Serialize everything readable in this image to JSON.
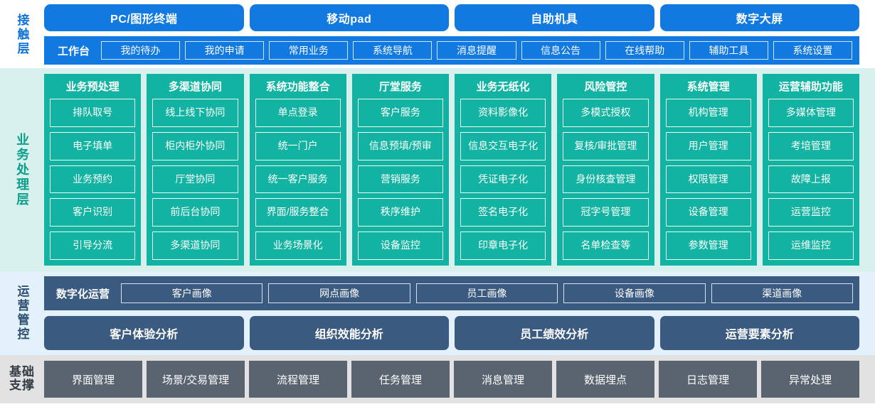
{
  "layers": {
    "contact": {
      "label": "接触层",
      "channels": [
        "PC/图形终端",
        "移动pad",
        "自助机具",
        "数字大屏"
      ],
      "workbench_title": "工作台",
      "workbench_items": [
        "我的待办",
        "我的申请",
        "常用业务",
        "系统导航",
        "消息提醒",
        "信息公告",
        "在线帮助",
        "辅助工具",
        "系统设置"
      ]
    },
    "business": {
      "label": "业务处理层",
      "columns": [
        {
          "title": "业务预处理",
          "items": [
            "排队取号",
            "电子填单",
            "业务预约",
            "客户识别",
            "引导分流"
          ]
        },
        {
          "title": "多渠道协同",
          "items": [
            "线上线下协同",
            "柜内柜外协同",
            "厅堂协同",
            "前后台协同",
            "多渠道协同"
          ]
        },
        {
          "title": "系统功能整合",
          "items": [
            "单点登录",
            "统一门户",
            "统一客户服务",
            "界面/服务整合",
            "业务场景化"
          ]
        },
        {
          "title": "厅堂服务",
          "items": [
            "客户服务",
            "信息预填/预审",
            "营销服务",
            "秩序维护",
            "设备监控"
          ]
        },
        {
          "title": "业务无纸化",
          "items": [
            "资料影像化",
            "信息交互电子化",
            "凭证电子化",
            "签名电子化",
            "印章电子化"
          ]
        },
        {
          "title": "风险管控",
          "items": [
            "多模式授权",
            "复核/审批管理",
            "身份核查管理",
            "冠字号管理",
            "名单检查等"
          ]
        },
        {
          "title": "系统管理",
          "items": [
            "机构管理",
            "用户管理",
            "权限管理",
            "设备管理",
            "参数管理"
          ]
        },
        {
          "title": "运营辅助功能",
          "items": [
            "多媒体管理",
            "考培管理",
            "故障上报",
            "运营监控",
            "运维监控"
          ]
        }
      ]
    },
    "operations": {
      "label": "运营管控",
      "row1_title": "数字化运营",
      "row1_items": [
        "客户画像",
        "网点画像",
        "员工画像",
        "设备画像",
        "渠道画像"
      ],
      "row2_items": [
        "客户体验分析",
        "组织效能分析",
        "员工绩效分析",
        "运营要素分析"
      ]
    },
    "foundation": {
      "label_line1": "基础",
      "label_line2": "支撑",
      "items": [
        "界面管理",
        "场景/交易管理",
        "流程管理",
        "任务管理",
        "消息管理",
        "数据埋点",
        "日志管理",
        "异常处理"
      ]
    }
  },
  "colors": {
    "contact_accent": "#1279e0",
    "business_accent": "#12b3a2",
    "business_bg": "#d9f1ec",
    "operations_accent": "#3a5a80",
    "operations_bg": "#e3f1fb",
    "foundation_accent": "#5a6470",
    "foundation_bg": "#e2e2e2"
  }
}
